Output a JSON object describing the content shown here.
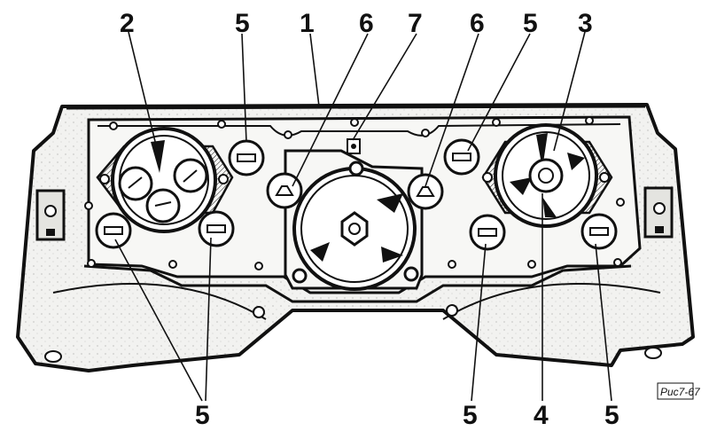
{
  "callouts": {
    "c1": "1",
    "c2": "2",
    "c3": "3",
    "c4": "4",
    "c5_top_left": "5",
    "c5_top_right": "5",
    "c5_bottom_left": "5",
    "c5_bottom_mid": "5",
    "c5_bottom_right": "5",
    "c6_left": "6",
    "c6_right": "6",
    "c7": "7"
  },
  "figure_ref": "Pис7-67",
  "colors": {
    "ink": "#111111",
    "panel_fill": "#f2f2f0",
    "paper": "#ffffff"
  }
}
